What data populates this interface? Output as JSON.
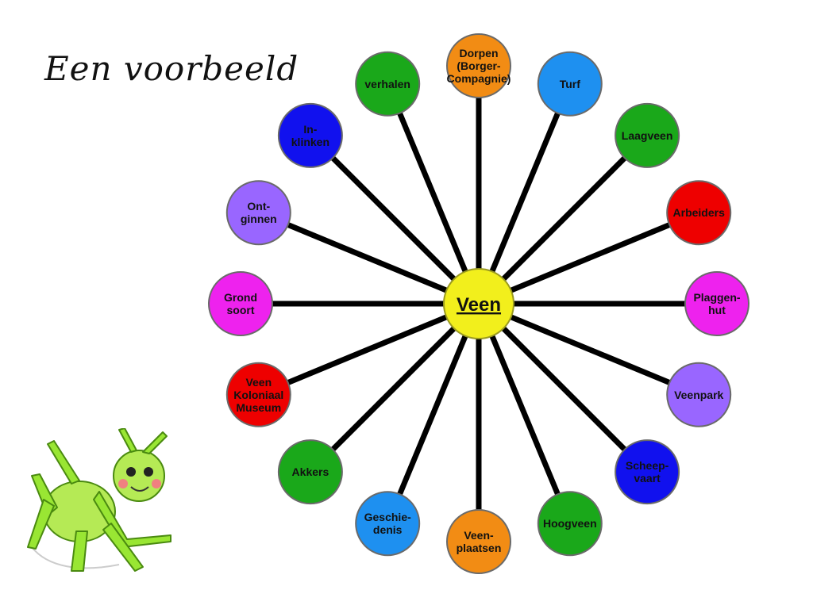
{
  "title": "Een voorbeeld",
  "center": {
    "label": "Veen",
    "color": "#f2ef1c"
  },
  "spoke_color": "#000000",
  "nodes": [
    {
      "lines": [
        "Dorpen",
        "(Borger-",
        "Compagnie)"
      ],
      "color": "#f28c14"
    },
    {
      "lines": [
        "Turf"
      ],
      "color": "#1e90f0"
    },
    {
      "lines": [
        "Laagveen"
      ],
      "color": "#1aa81a"
    },
    {
      "lines": [
        "Arbeiders"
      ],
      "color": "#ee0000"
    },
    {
      "lines": [
        "Plaggen-",
        "hut"
      ],
      "color": "#ee22ee"
    },
    {
      "lines": [
        "Veenpark"
      ],
      "color": "#9966ff"
    },
    {
      "lines": [
        "Scheep-",
        "vaart"
      ],
      "color": "#1111ee"
    },
    {
      "lines": [
        "Hoogveen"
      ],
      "color": "#1aa81a"
    },
    {
      "lines": [
        "Veen-",
        "plaatsen"
      ],
      "color": "#f28c14"
    },
    {
      "lines": [
        "Geschie-",
        "denis"
      ],
      "color": "#1e90f0"
    },
    {
      "lines": [
        "Akkers"
      ],
      "color": "#1aa81a"
    },
    {
      "lines": [
        "Veen",
        "Koloniaal",
        "Museum"
      ],
      "color": "#ee0000"
    },
    {
      "lines": [
        "Grond",
        "soort"
      ],
      "color": "#ee22ee"
    },
    {
      "lines": [
        "Ont-",
        "ginnen"
      ],
      "color": "#9966ff"
    },
    {
      "lines": [
        "In-",
        "klinken"
      ],
      "color": "#1111ee"
    },
    {
      "lines": [
        "verhalen"
      ],
      "color": "#1aa81a"
    }
  ],
  "mascot": {
    "icon": "cricket-mascot-icon",
    "color": "#99e633"
  }
}
